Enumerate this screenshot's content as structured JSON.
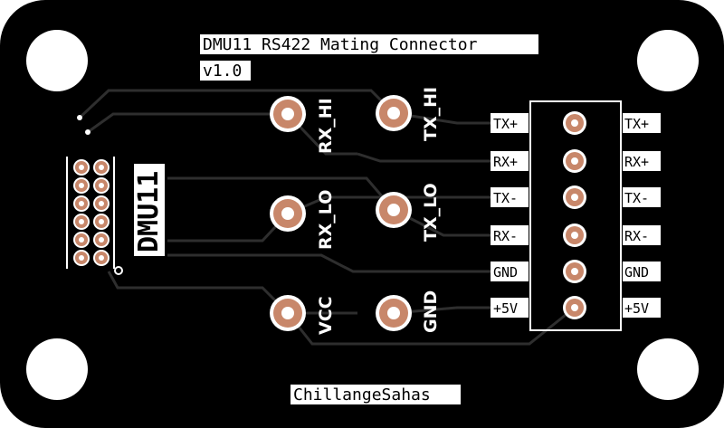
{
  "board": {
    "title": "DMU11 RS422 Mating Connector",
    "version": "v1.0",
    "credit": "ChillangeSahas",
    "header_label": "DMU11",
    "colors": {
      "substrate": "#000000",
      "silkscreen": "#ffffff",
      "copper": "#c8876a",
      "trace": "#2a2a2a"
    }
  },
  "pads": {
    "rx_hi": "RX_HI",
    "tx_hi": "TX_HI",
    "rx_lo": "RX_LO",
    "tx_lo": "TX_LO",
    "vcc": "VCC",
    "gnd": "GND"
  },
  "connector": {
    "left_labels": [
      "TX+",
      "RX+",
      "TX-",
      "RX-",
      "GND",
      "+5V"
    ],
    "right_labels": [
      "TX+",
      "RX+",
      "TX-",
      "RX-",
      "GND",
      "+5V"
    ]
  }
}
